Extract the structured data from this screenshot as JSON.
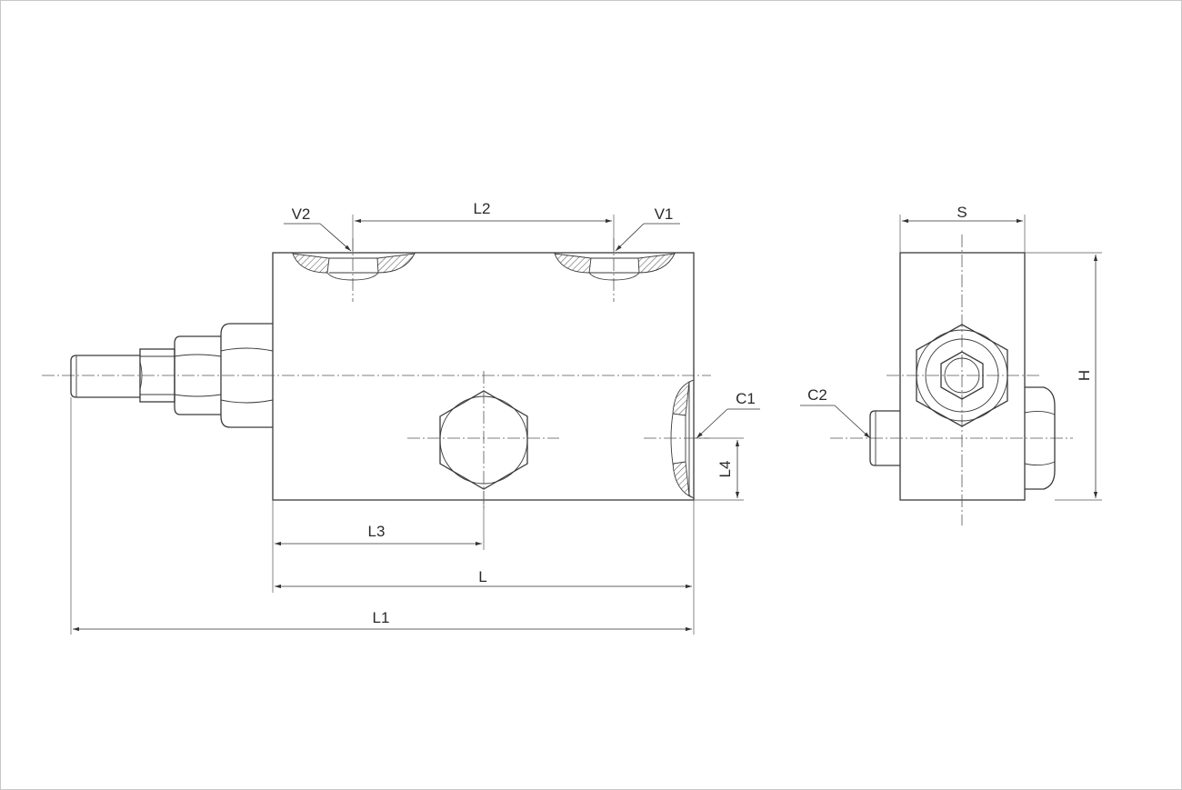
{
  "labels": {
    "v2": "V2",
    "l2": "L2",
    "v1": "V1",
    "c1": "C1",
    "l4": "L4",
    "l3": "L3",
    "l": "L",
    "l1": "L1",
    "s": "S",
    "h": "H",
    "c2": "C2"
  },
  "colors": {
    "line": "#3a3a3a",
    "border": "#c8c8c8",
    "background": "#ffffff"
  }
}
